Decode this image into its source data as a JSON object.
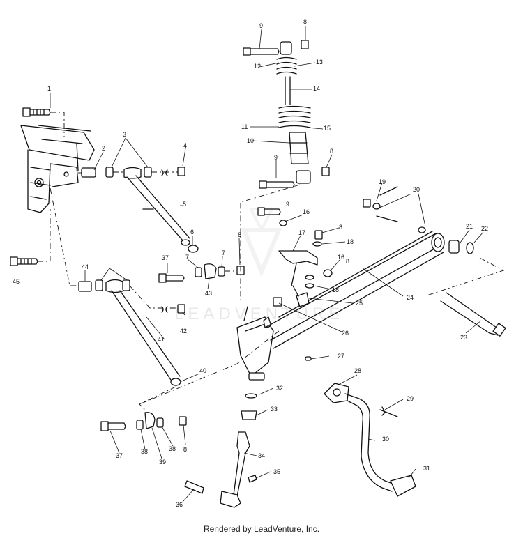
{
  "watermark": "LEADVENTURE",
  "footer": "Rendered by LeadVenture, Inc.",
  "callouts": [
    "1",
    "2",
    "3",
    "4",
    "5",
    "6",
    "7",
    "8",
    "9",
    "10",
    "11",
    "12",
    "13",
    "14",
    "15",
    "16",
    "17",
    "18",
    "19",
    "20",
    "21",
    "22",
    "23",
    "24",
    "25",
    "26",
    "27",
    "28",
    "29",
    "30",
    "31",
    "32",
    "33",
    "34",
    "35",
    "36",
    "37",
    "38",
    "39",
    "40",
    "41",
    "42",
    "43",
    "44",
    "45"
  ]
}
